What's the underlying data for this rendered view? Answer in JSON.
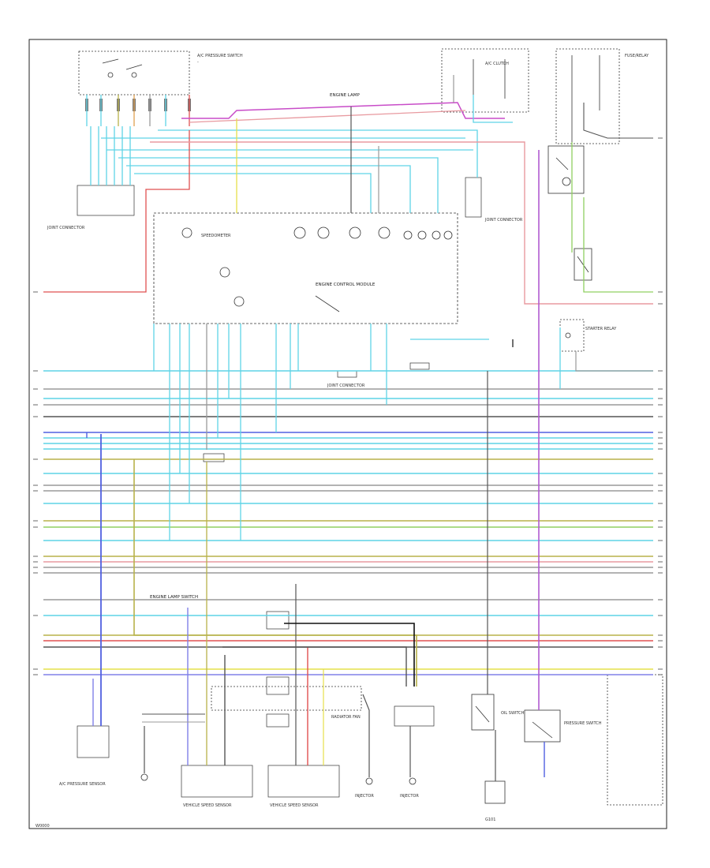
{
  "colors": {
    "cyan": "#5fd4e6",
    "yellow": "#e6e04a",
    "olive": "#b8b24a",
    "red": "#e05050",
    "pink": "#e89aa0",
    "magenta": "#c84cc8",
    "purple": "#b05cd0",
    "blue": "#5060e0",
    "lavender": "#8080e8",
    "green": "#90d060",
    "gray": "#9a9a9a",
    "darkgray": "#555555",
    "black": "#111111",
    "orange": "#e0a050",
    "lightgray": "#c8c8c8"
  },
  "component_labels": {
    "ac_relay": "A/C PRESSURE SWITCH",
    "top_cluster": "ENGINE LAMP",
    "top_right_relay": "A/C CLUTCH",
    "fuse_right": "FUSE/RELAY",
    "junction_left": "JOINT CONNECTOR",
    "junction_right": "JOINT CONNECTOR",
    "ecm_main": "ENGINE CONTROL MODULE",
    "speedometer": "SPEEDOMETER",
    "crank_relay": "STARTER RELAY",
    "inj_left": "JOINT CONNECTOR",
    "low_center": "ENGINE LAMP SWITCH",
    "lower_left_sensor": "A/C PRESSURE SENSOR",
    "lower_sensor2": "RADIATOR FAN",
    "ecm_conn_a": "VEHICLE SPEED SENSOR",
    "ecm_conn_b": "VEHICLE SPEED SENSOR",
    "inj1": "INJECTOR",
    "inj2": "INJECTOR",
    "oil_sw": "OIL SWITCH",
    "press_sw": "PRESSURE SWITCH",
    "ground_lbl": "G101"
  },
  "page_corner": "W0000"
}
